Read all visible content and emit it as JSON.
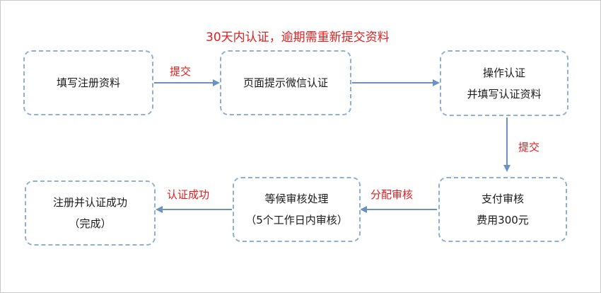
{
  "header_note": "30天内认证，逾期需重新提交资料",
  "steps": [
    {
      "lines": [
        "填写注册资料"
      ]
    },
    {
      "lines": [
        "页面提示微信认证"
      ]
    },
    {
      "lines": [
        "操作认证",
        "并填写认证资料"
      ]
    },
    {
      "lines": [
        "支付审核",
        "费用300元"
      ]
    },
    {
      "lines": [
        "等候审核处理",
        "（5个工作日内审核）"
      ]
    },
    {
      "lines": [
        "注册并认证成功",
        "（完成）"
      ]
    }
  ],
  "arrow_labels": [
    "提交",
    "提交",
    "分配审核",
    "认证成功"
  ],
  "colors": {
    "box_border": "#8fb0d2",
    "arrow": "#6c93bf",
    "note": "#e02020"
  }
}
